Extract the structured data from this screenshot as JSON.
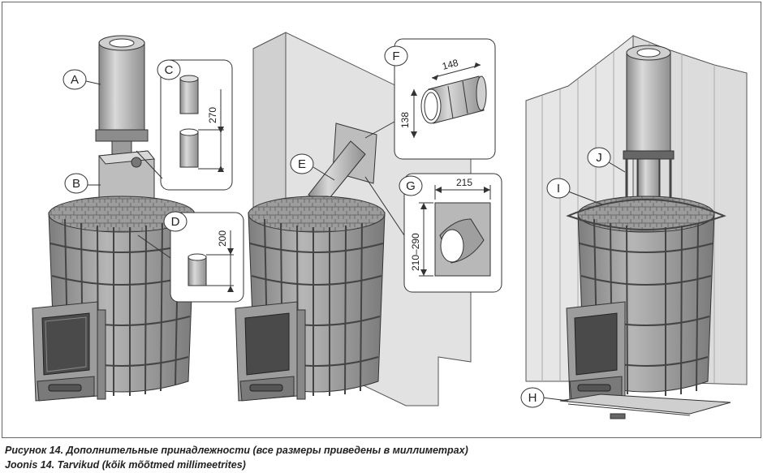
{
  "labels": {
    "a": "A",
    "b": "B",
    "c": "C",
    "d": "D",
    "e": "E",
    "f": "F",
    "g": "G",
    "h": "H",
    "i": "I",
    "j": "J"
  },
  "dimensions": {
    "c_height": "270",
    "d_height": "200",
    "f_length": "148",
    "f_diameter": "138",
    "g_width": "215",
    "g_height": "210–290"
  },
  "caption": {
    "line1": "Рисунок 14. Дополнительные принадлежности (все размеры приведены в миллиметрах)",
    "line2": "Joonis 14. Tarvikud (kõik mõõtmed millimeetrites)"
  },
  "colors": {
    "metal_light": "#d6d6d6",
    "metal_mid": "#a9a9a9",
    "metal_dark": "#6e6e6e",
    "wall": "#e4e4e4",
    "line": "#333333"
  }
}
